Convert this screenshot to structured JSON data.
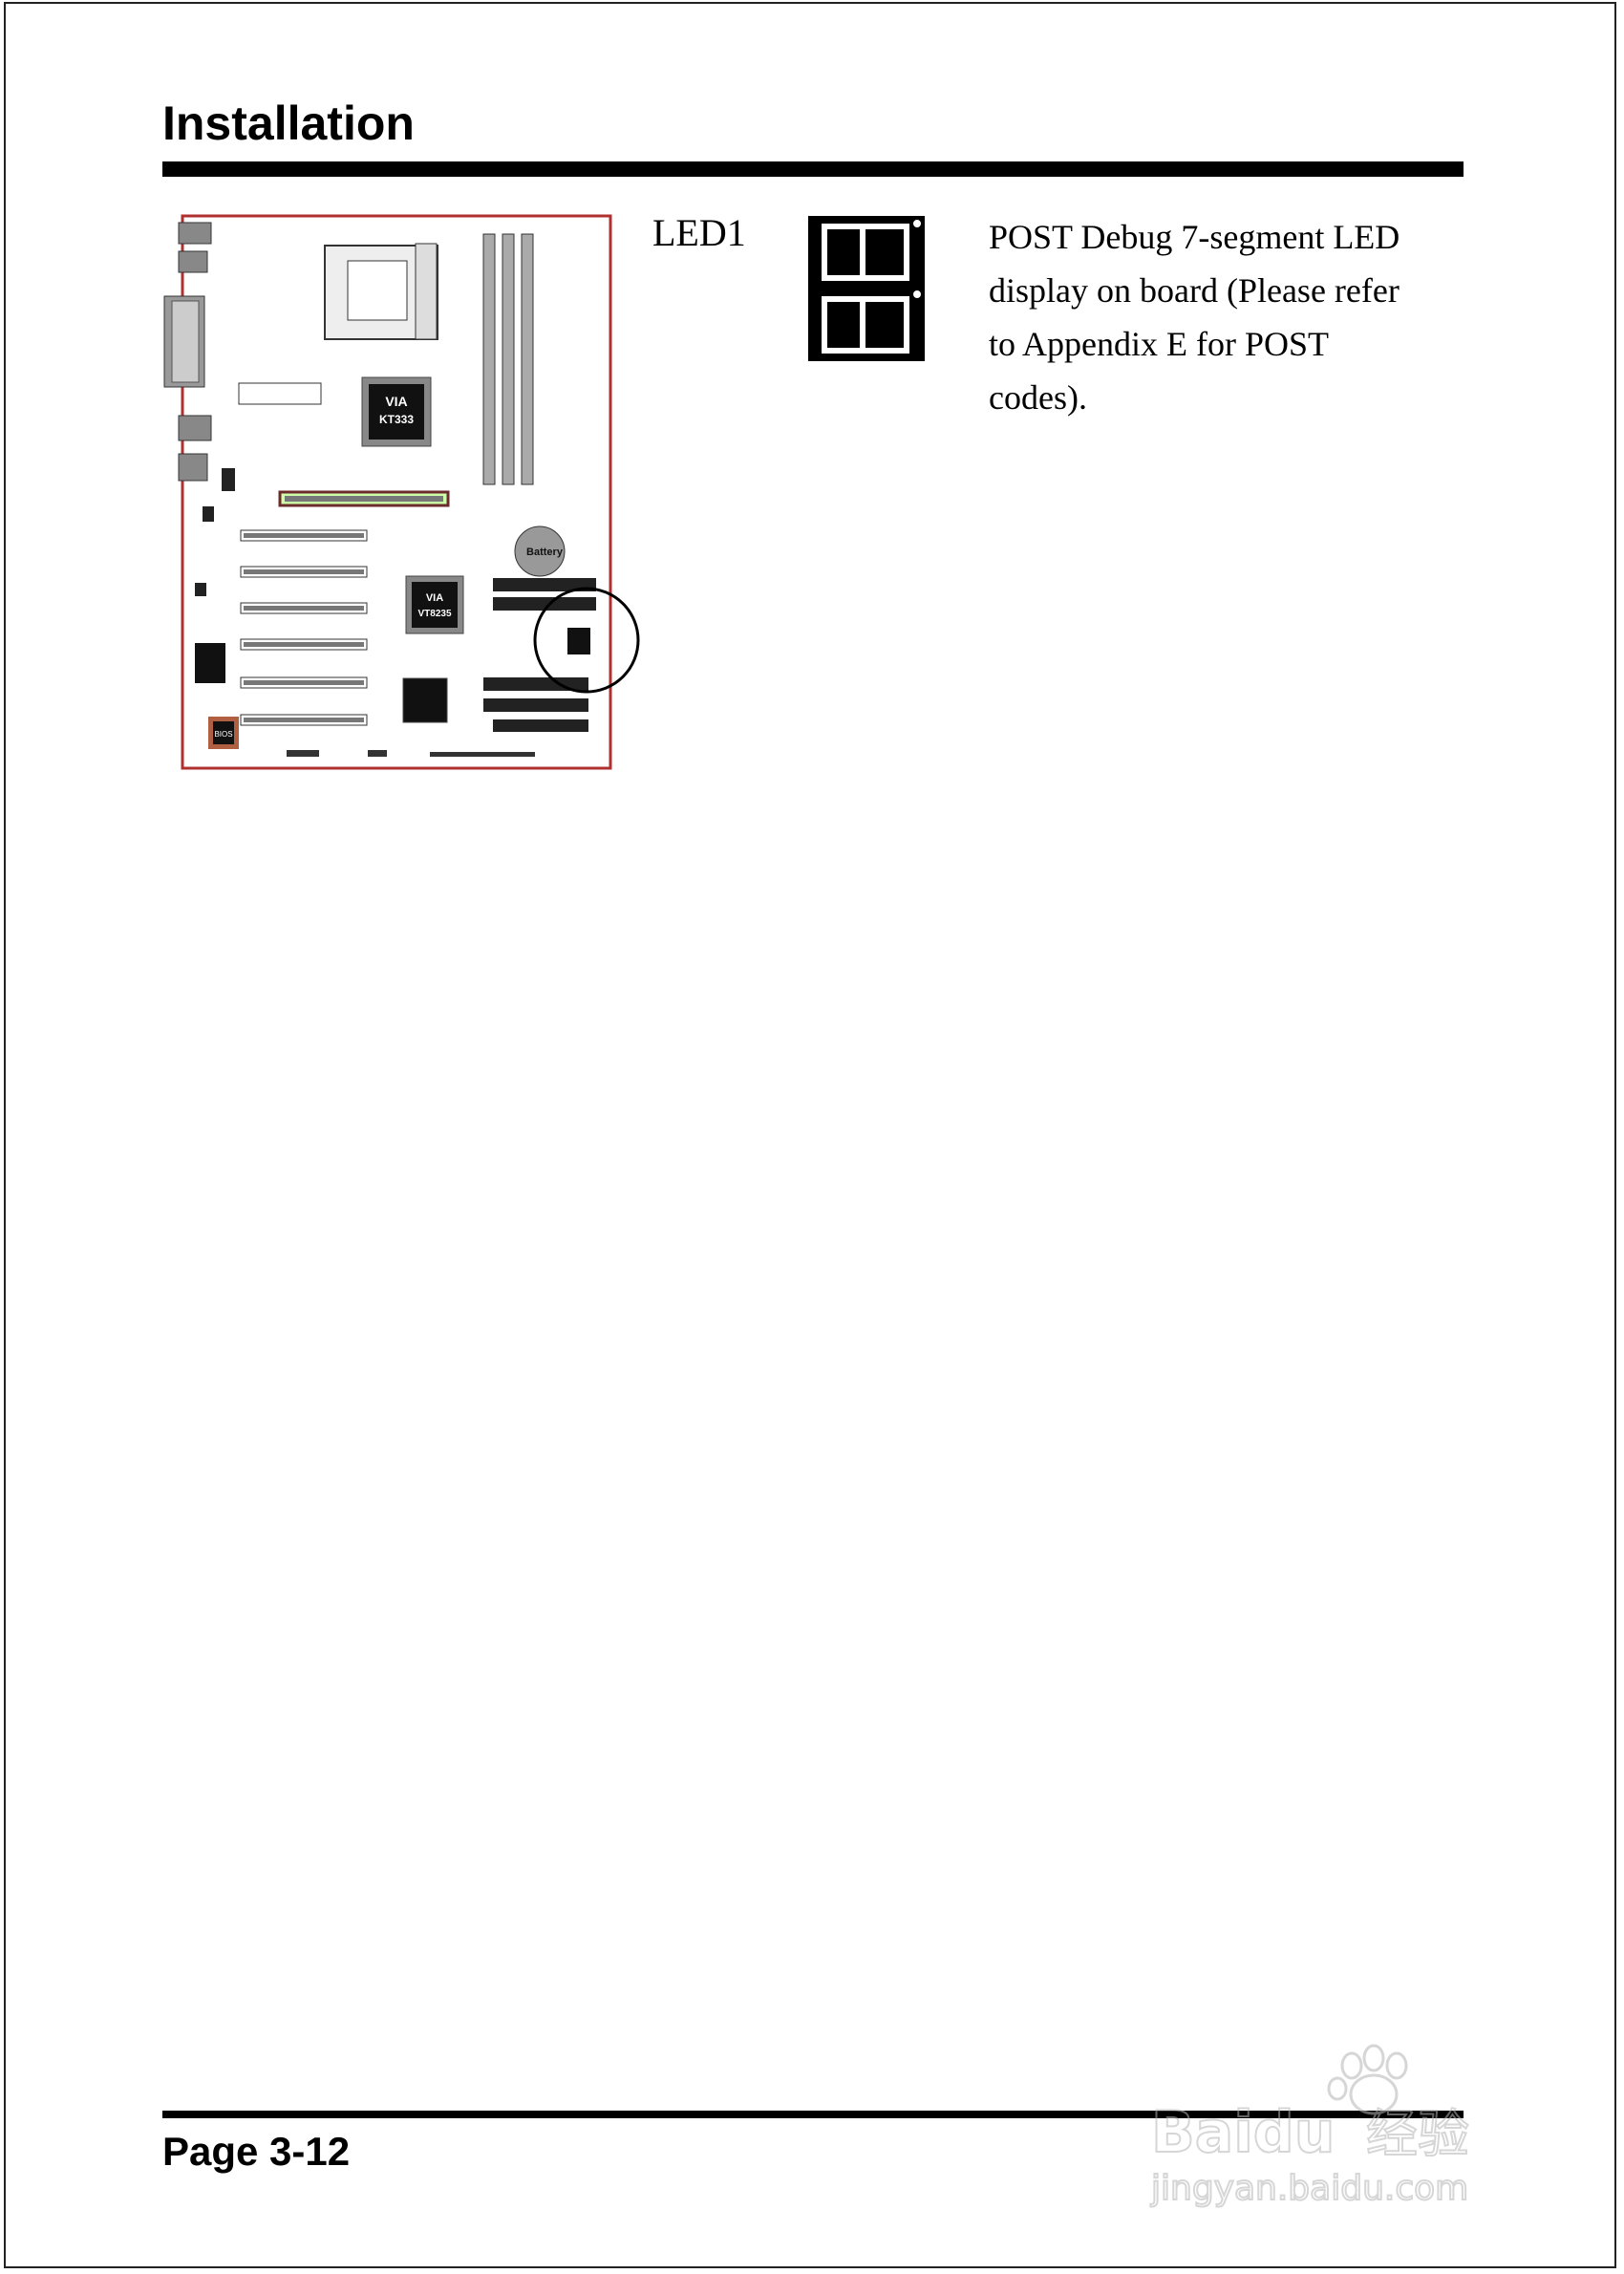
{
  "header": {
    "title": "Installation"
  },
  "board": {
    "chips": {
      "northbridge": [
        "VIA",
        "KT333"
      ],
      "southbridge": [
        "VIA",
        "VT8235"
      ],
      "bios": "BIOS",
      "battery": "Battery"
    }
  },
  "item": {
    "label": "LED1",
    "description_lines": [
      "POST Debug 7-segment LED",
      "display on board (Please refer",
      "to Appendix E for POST",
      "codes)."
    ]
  },
  "footer": {
    "page": "Page 3-12"
  },
  "watermark": {
    "brand": "Baidu",
    "brand_cn": "经验",
    "url": "jingyan.baidu.com"
  },
  "colors": {
    "rule": "#000000",
    "board_outline": "#b03030",
    "watermark": "#b5b5b5"
  }
}
